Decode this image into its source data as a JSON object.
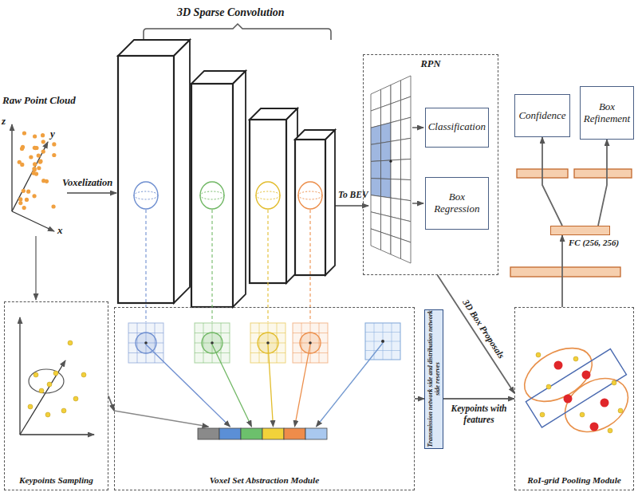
{
  "diagram": {
    "nodes": [
      {
        "text": [
          "RPN"
        ]
      },
      {
        "text": [
          "Classification"
        ],
        "in": 0
      },
      {
        "text": [
          "Box Regression"
        ],
        "in": 0
      },
      {
        "text": [
          "Confidence"
        ]
      },
      {
        "text": [
          "Box Refinement"
        ]
      },
      {
        "text": [
          "FC (256, 256)"
        ]
      },
      {
        "text": [
          "Keypoints Sampling"
        ]
      },
      {
        "text": [
          "Voxel Set Abstraction Module"
        ]
      },
      {
        "text": [
          "Transmission network side and distribution network side reserves"
        ]
      },
      {
        "text": [
          "RoI-grid Pooling Module"
        ]
      }
    ],
    "edges": [
      {
        "from": 6,
        "to": 7,
        "arrow": "to"
      },
      {
        "from": 7,
        "to": 8,
        "arrow": "to"
      },
      {
        "from": 8,
        "to": 9,
        "label": "Keypoints with features",
        "arrow": "to"
      },
      {
        "from": 0,
        "to": 9,
        "label": "3D Box Proposals",
        "arrow": "to"
      },
      {
        "from": 9,
        "to": 5,
        "arrow": "to"
      },
      {
        "from": 5,
        "to": 3,
        "arrow": "to"
      },
      {
        "from": 5,
        "to": 4,
        "arrow": "to"
      }
    ],
    "labels": [
      "3D Sparse Convolution",
      "Raw Point Cloud",
      "z",
      "y",
      "x",
      "Voxelization",
      "To BEV"
    ]
  }
}
